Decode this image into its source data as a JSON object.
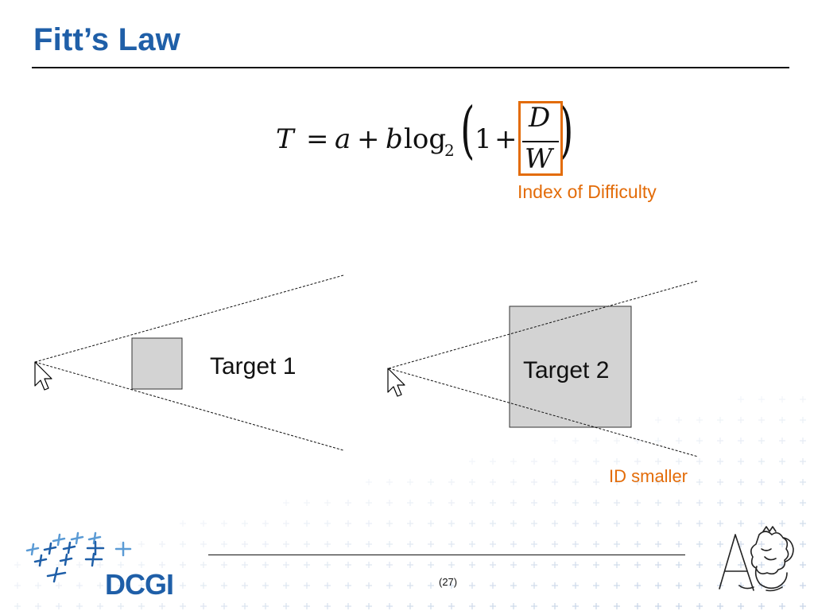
{
  "slide": {
    "title": "Fitt’s Law",
    "formula": {
      "lhs": "T",
      "equals": "=",
      "a": "a",
      "plus": "+",
      "b": "b",
      "log": "log",
      "base": "2",
      "one": "1",
      "numerator": "D",
      "denominator": "W"
    },
    "index_label": "Index of Difficulty",
    "target1_label": "Target 1",
    "target2_label": "Target 2",
    "id_smaller_label": "ID smaller",
    "page_number": "(27)",
    "logo_text": "DCGI"
  },
  "colors": {
    "title": "#1f5fa8",
    "accent": "#e36c09",
    "target_fill": "#d3d3d3",
    "grid_plus": "#c9d6e8"
  }
}
